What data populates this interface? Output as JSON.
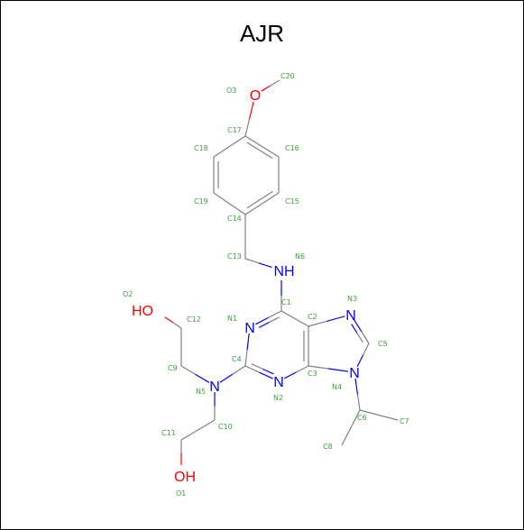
{
  "title": "AJR",
  "colors": {
    "carbon": "#808080",
    "nitrogen": "#0000ff",
    "oxygen": "#ff0000",
    "label": "#3aa03a"
  },
  "atom_labels": {
    "O3": "O3",
    "C20": "C20",
    "C17": "C17",
    "C18": "C18",
    "C16": "C16",
    "C19": "C19",
    "C15": "C15",
    "C14": "C14",
    "C13": "C13",
    "N6": "N6",
    "C1": "C1",
    "N3": "N3",
    "O2": "O2",
    "C12": "C12",
    "N1": "N1",
    "C2": "C2",
    "C5": "C5",
    "C9": "C9",
    "C4": "C4",
    "C3": "C3",
    "N4": "N4",
    "N5": "N5",
    "N2": "N2",
    "C10": "C10",
    "C6": "C6",
    "C7": "C7",
    "C11": "C11",
    "C8": "C8",
    "O1": "O1"
  },
  "element_symbols": {
    "O3": "O",
    "N6": "NH",
    "N3": "N",
    "O2": "HO",
    "N1": "N",
    "N4": "N",
    "N5": "N",
    "N2": "N",
    "O1": "OH"
  }
}
